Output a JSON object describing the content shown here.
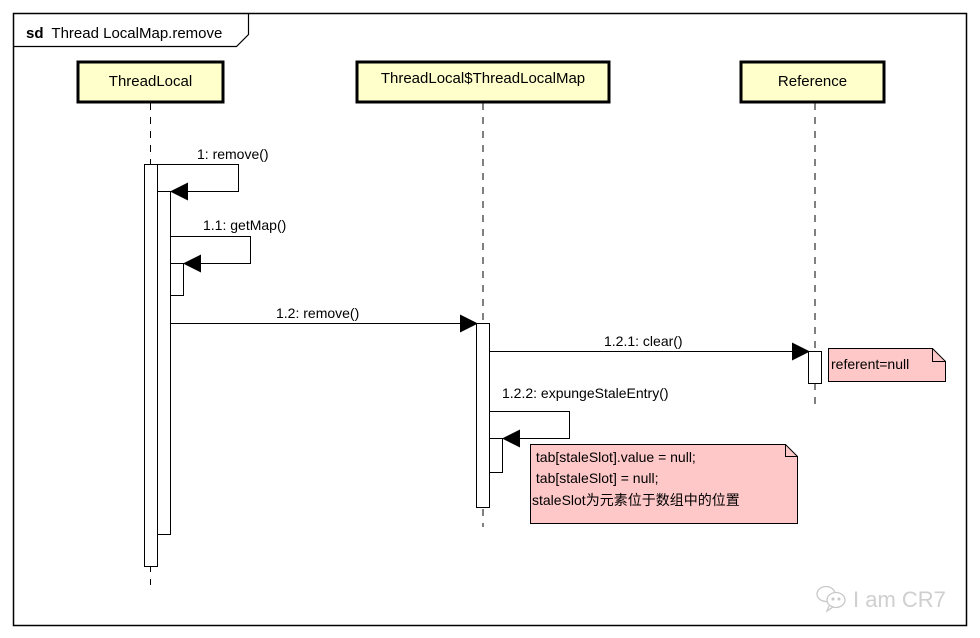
{
  "frame": {
    "keyword": "sd",
    "title": "Thread LocalMap.remove"
  },
  "lifelines": [
    {
      "id": "threadlocal",
      "name": "ThreadLocal"
    },
    {
      "id": "threadlocalmap",
      "name": "ThreadLocal$ThreadLocalMap"
    },
    {
      "id": "reference",
      "name": "Reference"
    }
  ],
  "messages": [
    {
      "seq": "1",
      "label": "1: remove()",
      "from": "ThreadLocal",
      "to": "ThreadLocal",
      "kind": "self-call"
    },
    {
      "seq": "1.1",
      "label": "1.1: getMap()",
      "from": "ThreadLocal",
      "to": "ThreadLocal",
      "kind": "self-call"
    },
    {
      "seq": "1.2",
      "label": "1.2: remove()",
      "from": "ThreadLocal",
      "to": "ThreadLocal$ThreadLocalMap",
      "kind": "sync-call"
    },
    {
      "seq": "1.2.1",
      "label": "1.2.1: clear()",
      "from": "ThreadLocal$ThreadLocalMap",
      "to": "Reference",
      "kind": "sync-call"
    },
    {
      "seq": "1.2.2",
      "label": "1.2.2: expungeStaleEntry()",
      "from": "ThreadLocal$ThreadLocalMap",
      "to": "ThreadLocal$ThreadLocalMap",
      "kind": "self-call"
    }
  ],
  "notes": [
    {
      "id": "referent-note",
      "lines": [
        "referent=null"
      ]
    },
    {
      "id": "stale-note",
      "lines": [
        " tab[staleSlot].value = null;",
        " tab[staleSlot] = null;",
        "staleSlot为元素位于数组中的位置"
      ]
    }
  ],
  "watermark": {
    "icon": "wechat-icon",
    "text": "I am CR7"
  },
  "colors": {
    "lifeline_fill": "#ffffcc",
    "note_fill": "#ffc8c8",
    "note_border": "#a05050",
    "line": "#000000"
  }
}
